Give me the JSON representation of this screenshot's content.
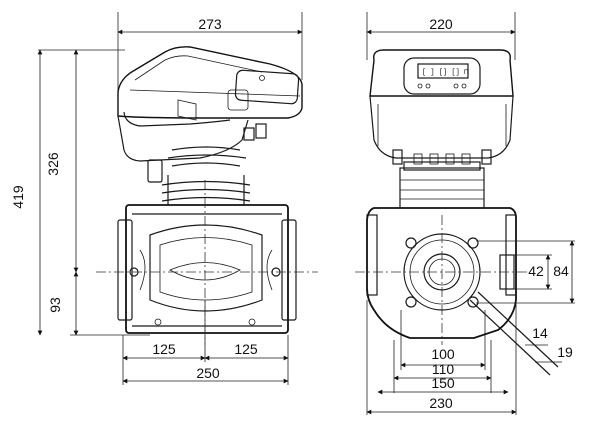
{
  "side_view": {
    "dim_width_top": "273",
    "dim_height_total": "419",
    "dim_height_motor": "326",
    "dim_height_axis": "93",
    "dim_half_left": "125",
    "dim_half_right": "125",
    "dim_port_length": "250"
  },
  "front_view": {
    "dim_width_top": "220",
    "dim_bolt_circle_h": "42",
    "dim_flange_h": "84",
    "dim_d100": "100",
    "dim_d110": "110",
    "dim_d150": "150",
    "dim_d230": "230",
    "dim_bolt_14": "14",
    "dim_bolt_19": "19"
  },
  "colors": {
    "line": "#1a1a1a",
    "background": "#ffffff"
  }
}
